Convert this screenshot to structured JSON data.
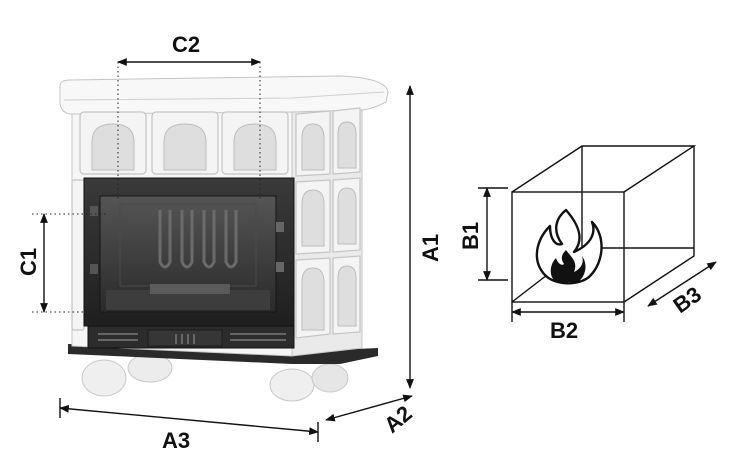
{
  "labels": {
    "a1": "A1",
    "a2": "A2",
    "a3": "A3",
    "b1": "B1",
    "b2": "B2",
    "b3": "B3",
    "c1": "C1",
    "c2": "C2"
  },
  "icons": {
    "stove": "tiled-stove-illustration",
    "firebox": "firebox-box-diagram",
    "flame": "flame-icon"
  },
  "colors": {
    "stroke": "#111111",
    "tile": "#f4f4f4",
    "door": "#2e2e2e"
  }
}
